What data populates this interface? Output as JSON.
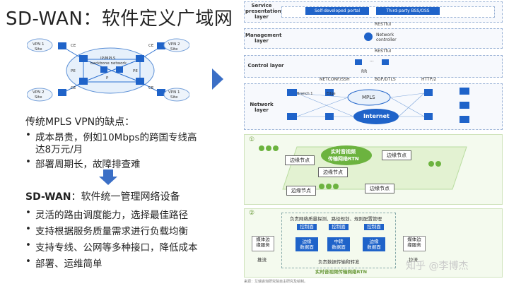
{
  "title": "SD-WAN：软件定义广域网",
  "mpls_net": {
    "core_label_1": "IP/MPLS",
    "core_label_2": "backbone network",
    "vpn_sites": [
      {
        "vpn": "VPN 1",
        "site": "Site"
      },
      {
        "vpn": "VPN 2",
        "site": "Site"
      },
      {
        "vpn": "VPN 2",
        "site": "Site"
      },
      {
        "vpn": "VPN 1",
        "site": "Site"
      }
    ],
    "ce": "CE",
    "pe": "PE",
    "p": "P"
  },
  "mpls_section": {
    "heading": "传统MPLS VPN的缺点：",
    "bullets": [
      "成本昂贵，例如10Mbps的跨国专线高",
      "达8万元/月",
      "部署周期长，故障排查难"
    ]
  },
  "sdwan_section": {
    "heading_bold": "SD-WAN",
    "heading_rest": "：软件统一管理网络设备",
    "bullets": [
      "灵活的路由调度能力，选择最佳路径",
      "支持根据服务质量需求进行负载均衡",
      "支持专线、公网等多种接口，降低成本",
      "部署、运维简单"
    ]
  },
  "arch": {
    "service_layer": "Service\npresentation\nlayer",
    "portal1": "Self-developed portal",
    "portal2": "Third-party BSS/OSS",
    "restful1": "RESTful",
    "management_layer": "Management\nlayer",
    "controller": "Network\ncontroller",
    "restful2": "RESTful",
    "control_layer": "Control layer",
    "rr": "RR",
    "dots": "...",
    "proto1": "NETCONF/SSH",
    "proto2": "BGP/DTLS",
    "proto3": "HTTP/2",
    "network_layer": "Network\nlayer",
    "mpls": "MPLS",
    "internet": "Internet",
    "branch": "Branch 1",
    "edge": "Edge"
  },
  "rtn1": {
    "num": "①",
    "cloud_line1": "实时音视频",
    "cloud_line2": "传输网络RTN",
    "edge_node": "边缘节点"
  },
  "rtn2": {
    "num": "②",
    "top_text": "负责网络质量探测、路径规划、规则配置管理",
    "control": "控制面",
    "edge_data_1": "边缘",
    "edge_data_2": "数据面",
    "mid_data_1": "中转",
    "mid_data_2": "数据面",
    "media_1": "媒体边",
    "media_2": "缘服务",
    "push": "推流",
    "pull": "拉流",
    "bottom_text": "负责数据传输和转发",
    "footer": "实时音视频传输网络RTN"
  },
  "source": "来源：艾瑞咨询研究院自主研究及绘制。",
  "watermark": "知乎 @李博杰"
}
